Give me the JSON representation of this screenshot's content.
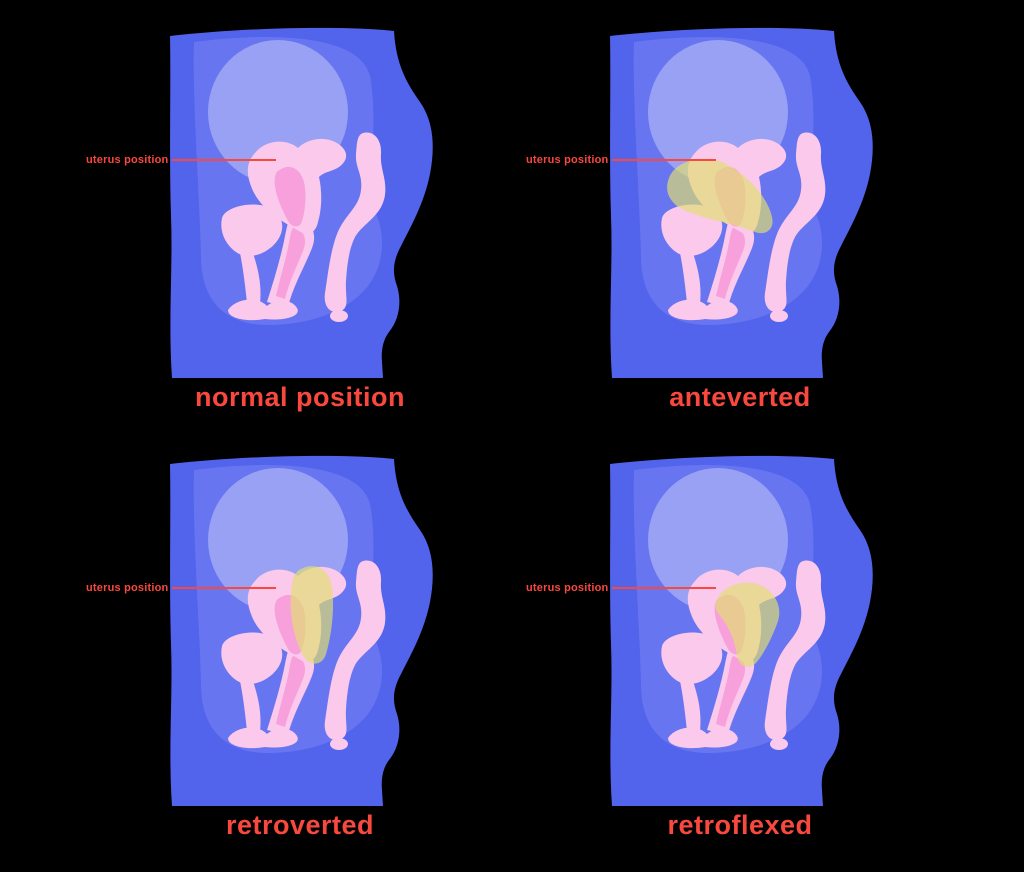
{
  "figure": {
    "background": "#000000",
    "accent_red": "#F9483E",
    "palette": {
      "body_outer_blue": "#5263EC",
      "body_inner_blue": "#6875F1",
      "abdomen_light_blue": "#98A1F4",
      "organ_pink": "#FBC9EC",
      "organ_deep_pink": "#F7A0DC",
      "overlay_yellow": "#E0DE6E"
    },
    "pointer_label": "uterus position",
    "panels": [
      {
        "id": "normal-position",
        "caption": "normal position",
        "overlay": "none"
      },
      {
        "id": "anteverted",
        "caption": "anteverted",
        "overlay": "anteverted"
      },
      {
        "id": "retroverted",
        "caption": "retroverted",
        "overlay": "retroverted"
      },
      {
        "id": "retroflexed",
        "caption": "retroflexed",
        "overlay": "retroflexed"
      }
    ]
  }
}
